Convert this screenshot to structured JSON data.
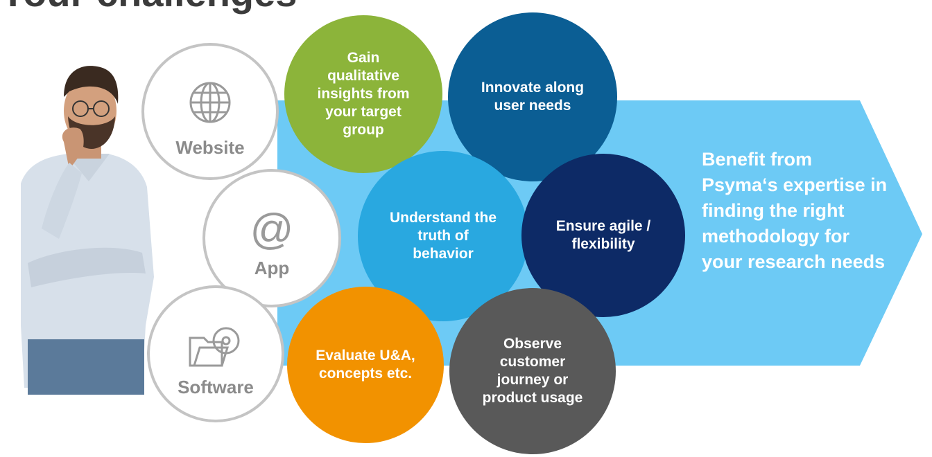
{
  "slide": {
    "title": "Your challenges"
  },
  "channels": [
    {
      "label": "Website",
      "icon": "globe-icon"
    },
    {
      "label": "App",
      "icon": "at-sign-icon"
    },
    {
      "label": "Software",
      "icon": "folder-disc-icon"
    }
  ],
  "circles": {
    "gain": "Gain qualitative insights from your target group",
    "innovate": "Innovate along user needs",
    "understand": "Understand the truth of behavior",
    "agile": "Ensure agile / flexibility",
    "evaluate": "Evaluate U&A, concepts etc.",
    "observe": "Observe customer journey or product usage"
  },
  "benefit": {
    "text": "Benefit from Psyma‘s expertise in finding the right methodology for your research needs"
  },
  "colors": {
    "arrow": "#6dcaf5",
    "gain": "#8cb43a",
    "innovate": "#0b5e94",
    "understand": "#29a8e0",
    "agile": "#0d2a66",
    "evaluate": "#f29200",
    "observe": "#595959",
    "channel_border": "#c4c4c4",
    "channel_text": "#8b8b8b"
  }
}
